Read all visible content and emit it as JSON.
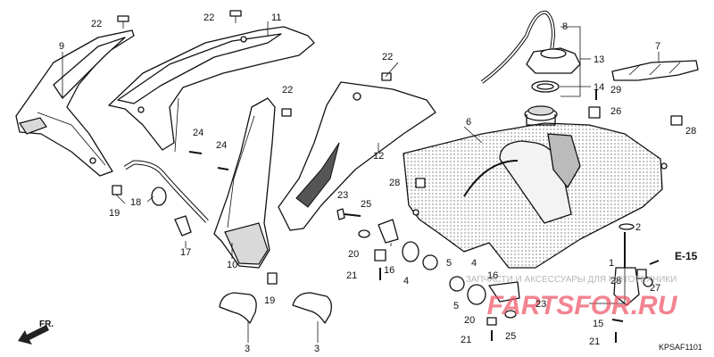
{
  "diagram_code": "KPSAF1101",
  "reference": "E-15",
  "direction_label": "FR.",
  "watermark": {
    "line1": "ЗАПЧАСТИ И АКСЕССУАРЫ ДЛЯ МОТОТЕХНИКИ",
    "line2": "FARTSFOR.RU"
  },
  "callouts": [
    {
      "id": "c1",
      "text": "1"
    },
    {
      "id": "c2",
      "text": "2"
    },
    {
      "id": "c3a",
      "text": "3"
    },
    {
      "id": "c3b",
      "text": "3"
    },
    {
      "id": "c4a",
      "text": "4"
    },
    {
      "id": "c4b",
      "text": "4"
    },
    {
      "id": "c5a",
      "text": "5"
    },
    {
      "id": "c5b",
      "text": "5"
    },
    {
      "id": "c6",
      "text": "6"
    },
    {
      "id": "c7",
      "text": "7"
    },
    {
      "id": "c8",
      "text": "8"
    },
    {
      "id": "c9",
      "text": "9"
    },
    {
      "id": "c10",
      "text": "10"
    },
    {
      "id": "c11",
      "text": "11"
    },
    {
      "id": "c12",
      "text": "12"
    },
    {
      "id": "c13",
      "text": "13"
    },
    {
      "id": "c14",
      "text": "14"
    },
    {
      "id": "c15",
      "text": "15"
    },
    {
      "id": "c16a",
      "text": "16"
    },
    {
      "id": "c16b",
      "text": "16"
    },
    {
      "id": "c17",
      "text": "17"
    },
    {
      "id": "c18",
      "text": "18"
    },
    {
      "id": "c19a",
      "text": "19"
    },
    {
      "id": "c19b",
      "text": "19"
    },
    {
      "id": "c20a",
      "text": "20"
    },
    {
      "id": "c20b",
      "text": "20"
    },
    {
      "id": "c21a",
      "text": "21"
    },
    {
      "id": "c21b",
      "text": "21"
    },
    {
      "id": "c21c",
      "text": "21"
    },
    {
      "id": "c22a",
      "text": "22"
    },
    {
      "id": "c22b",
      "text": "22"
    },
    {
      "id": "c22c",
      "text": "22"
    },
    {
      "id": "c22d",
      "text": "22"
    },
    {
      "id": "c23",
      "text": "23"
    },
    {
      "id": "c24a",
      "text": "24"
    },
    {
      "id": "c24b",
      "text": "24"
    },
    {
      "id": "c25a",
      "text": "25"
    },
    {
      "id": "c25b",
      "text": "25"
    },
    {
      "id": "c26",
      "text": "26"
    },
    {
      "id": "c27",
      "text": "27"
    },
    {
      "id": "c28a",
      "text": "28"
    },
    {
      "id": "c28b",
      "text": "28"
    },
    {
      "id": "c28c",
      "text": "28"
    },
    {
      "id": "c29",
      "text": "29"
    }
  ]
}
